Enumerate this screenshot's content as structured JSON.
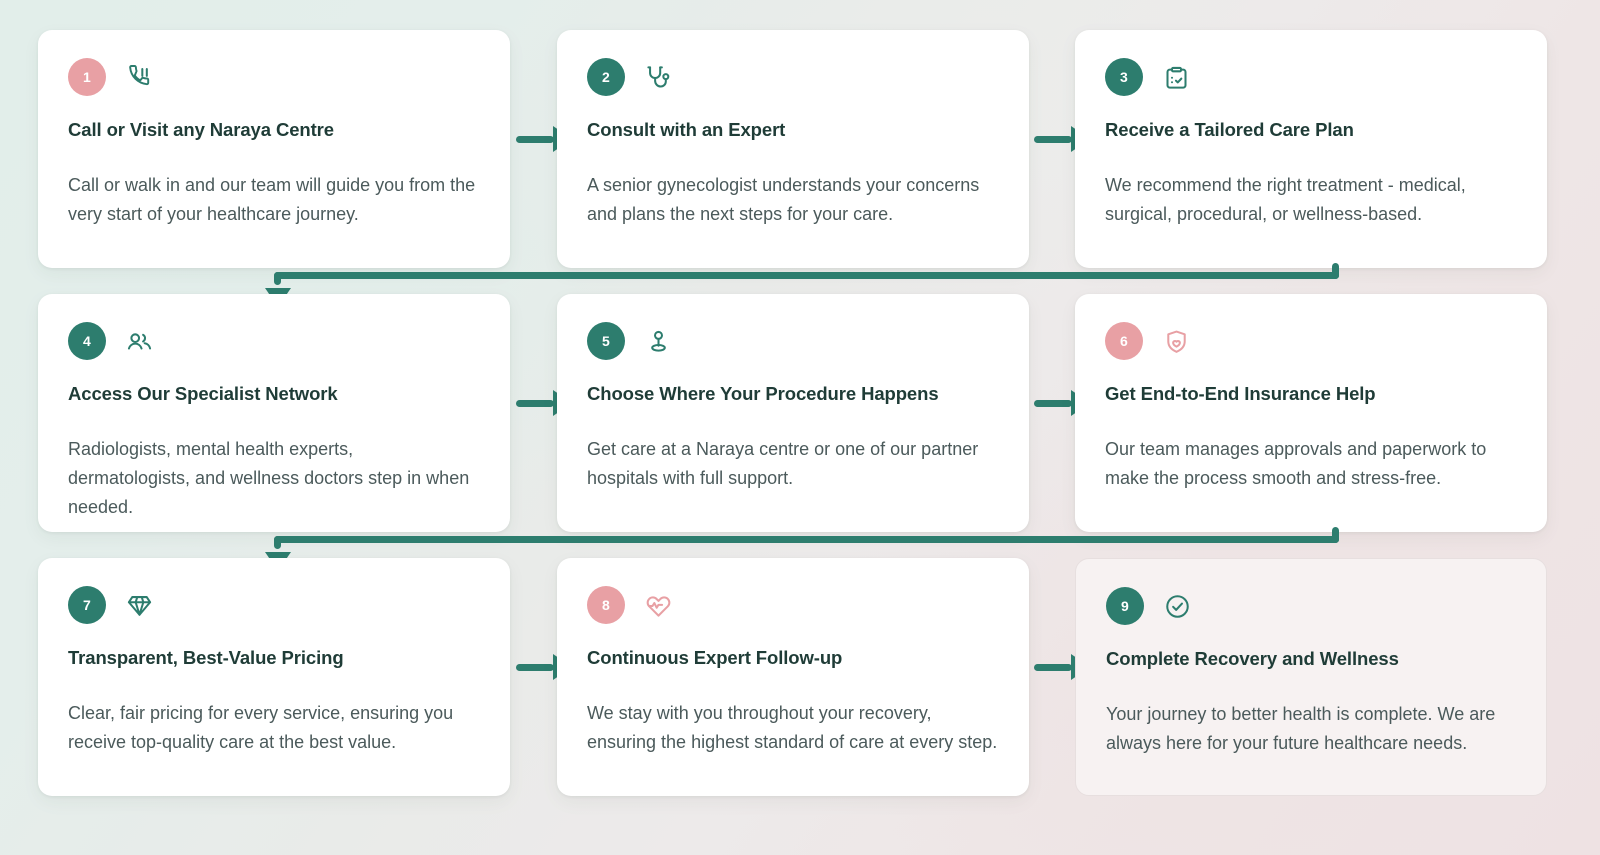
{
  "theme": {
    "teal": "#2d7d6e",
    "rose": "#e8a0a4",
    "title_color": "#1f3c37",
    "body_color": "#4b5a5b",
    "card_bg": "#ffffff",
    "final_card_bg": "#f7f2f2",
    "bg_start": "#e2eeea",
    "bg_end": "#eee2e3"
  },
  "steps": [
    {
      "number": "1",
      "badge_color": "rose",
      "icon": "phone-pause-icon",
      "icon_color": "teal",
      "title": "Call or Visit any Naraya Centre",
      "description": "Call or walk in and our team will guide you from the very start of your healthcare journey.",
      "final": false
    },
    {
      "number": "2",
      "badge_color": "teal",
      "icon": "stethoscope-icon",
      "icon_color": "teal",
      "title": "Consult with an Expert",
      "description": "A senior gynecologist understands your concerns and plans the next steps for your care.",
      "final": false
    },
    {
      "number": "3",
      "badge_color": "teal",
      "icon": "clipboard-check-icon",
      "icon_color": "teal",
      "title": "Receive a Tailored Care Plan",
      "description": "We recommend the right treatment - medical, surgical, procedural, or wellness-based.",
      "final": false
    },
    {
      "number": "4",
      "badge_color": "teal",
      "icon": "users-icon",
      "icon_color": "teal",
      "title": "Access Our Specialist Network",
      "description": "Radiologists, mental health experts, dermatologists, and wellness doctors step in when needed.",
      "final": false
    },
    {
      "number": "5",
      "badge_color": "teal",
      "icon": "map-pin-icon",
      "icon_color": "teal",
      "title": "Choose Where Your Procedure Happens",
      "description": "Get care at a Naraya centre or one of our partner hospitals with full support.",
      "final": false
    },
    {
      "number": "6",
      "badge_color": "rose",
      "icon": "shield-heart-icon",
      "icon_color": "rose",
      "title": "Get End-to-End Insurance Help",
      "description": "Our team manages approvals and paperwork to make the process smooth and stress-free.",
      "final": false
    },
    {
      "number": "7",
      "badge_color": "teal",
      "icon": "gem-icon",
      "icon_color": "teal",
      "title": "Transparent, Best-Value Pricing",
      "description": "Clear, fair pricing for every service, ensuring you receive top-quality care at the best value.",
      "final": false
    },
    {
      "number": "8",
      "badge_color": "rose",
      "icon": "heart-pulse-icon",
      "icon_color": "rose",
      "title": "Continuous Expert Follow-up",
      "description": "We stay with you throughout your recovery, ensuring the highest standard of care at every step.",
      "final": false
    },
    {
      "number": "9",
      "badge_color": "teal",
      "icon": "check-circle-icon",
      "icon_color": "teal",
      "title": "Complete Recovery and Wellness",
      "description": "Your journey to better health is complete. We are always here for your future healthcare needs.",
      "final": true
    }
  ],
  "connectors": {
    "horizontal": [
      {
        "from": "1",
        "to": "2"
      },
      {
        "from": "2",
        "to": "3"
      },
      {
        "from": "4",
        "to": "5"
      },
      {
        "from": "5",
        "to": "6"
      },
      {
        "from": "7",
        "to": "8"
      },
      {
        "from": "8",
        "to": "9"
      }
    ],
    "wrap": [
      {
        "from": "3",
        "to": "4"
      },
      {
        "from": "6",
        "to": "7"
      }
    ]
  }
}
